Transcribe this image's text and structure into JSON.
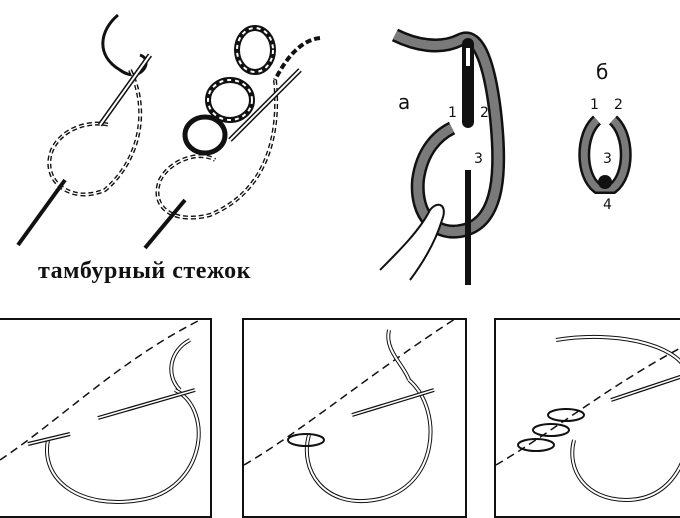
{
  "caption": "тамбурный стежок",
  "labels": {
    "a": "а",
    "b": "б",
    "a_1": "1",
    "a_2": "2",
    "a_3": "3",
    "b_1": "1",
    "b_2": "2",
    "b_3": "3",
    "b_4": "4"
  }
}
